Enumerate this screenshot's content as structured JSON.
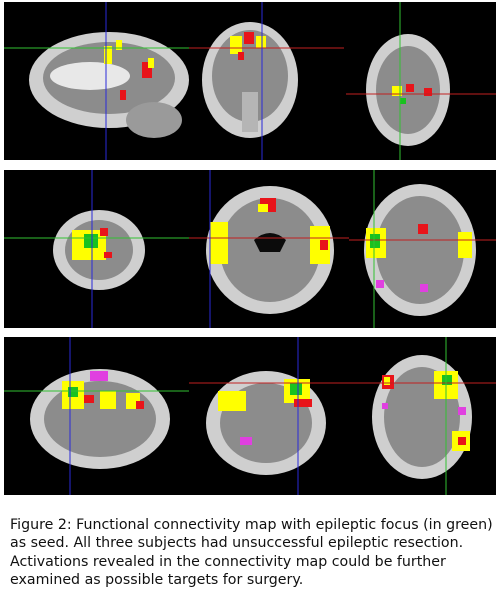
{
  "figure": {
    "panels": [
      {
        "subject": 1,
        "views": [
          "sagittal",
          "coronal",
          "axial"
        ]
      },
      {
        "subject": 2,
        "views": [
          "sagittal",
          "coronal",
          "axial"
        ]
      },
      {
        "subject": 3,
        "views": [
          "sagittal",
          "coronal",
          "axial"
        ]
      }
    ],
    "colors": {
      "seed": "#19c21f",
      "activation_strong": "#ffff00",
      "activation_weak": "#e8141a",
      "activation_alt": "#e040e0",
      "crosshair_h_sag": "#32c032",
      "crosshair_v": "#2a2ad8",
      "crosshair_h_red": "#c02020",
      "background": "#000000"
    }
  },
  "caption": {
    "text": "Figure 2: Functional connectivity map with epileptic focus (in green) as seed. All three subjects had unsuccessful epileptic resection. Activations revealed in the connectivity map could be further examined as possible targets for surgery."
  }
}
